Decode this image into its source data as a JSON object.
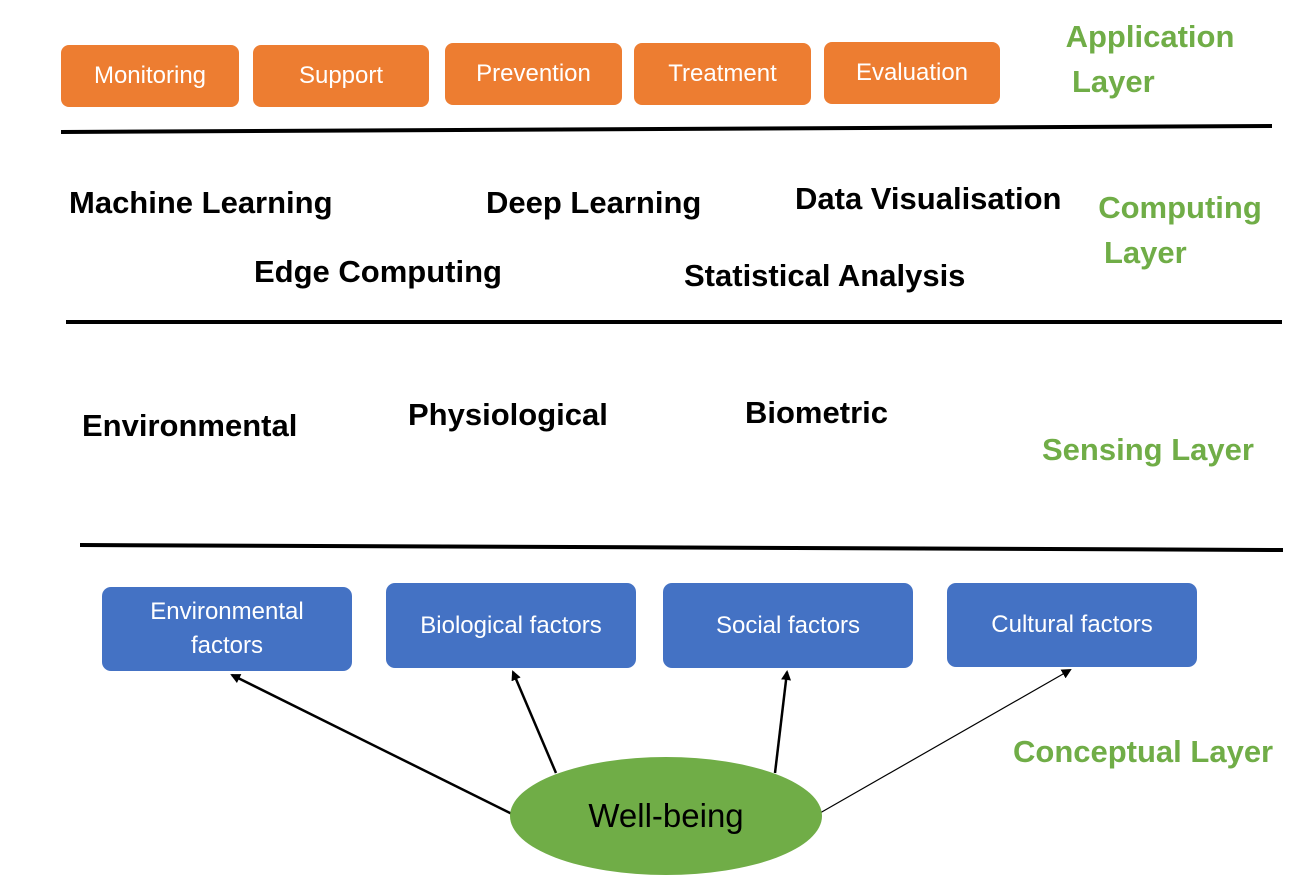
{
  "application_layer": {
    "label_line1": "Application",
    "label_line2": "Layer",
    "boxes": [
      "Monitoring",
      "Support",
      "Prevention",
      "Treatment",
      "Evaluation"
    ],
    "box_color": "#ed7d31"
  },
  "computing_layer": {
    "label_line1": "Computing",
    "label_line2": "Layer",
    "terms": [
      "Machine Learning",
      "Deep Learning",
      "Data Visualisation",
      "Edge Computing",
      "Statistical Analysis"
    ]
  },
  "sensing_layer": {
    "label": "Sensing Layer",
    "terms": [
      "Environmental",
      "Physiological",
      "Biometric"
    ]
  },
  "conceptual_layer": {
    "label": "Conceptual Layer",
    "factors": [
      {
        "line1": "Environmental",
        "line2": "factors"
      },
      {
        "line1": "Biological factors",
        "line2": ""
      },
      {
        "line1": "Social factors",
        "line2": ""
      },
      {
        "line1": "Cultural factors",
        "line2": ""
      }
    ],
    "center": "Well-being",
    "factor_color": "#4472c4",
    "center_color": "#70ad47"
  },
  "label_color": "#70ad47"
}
